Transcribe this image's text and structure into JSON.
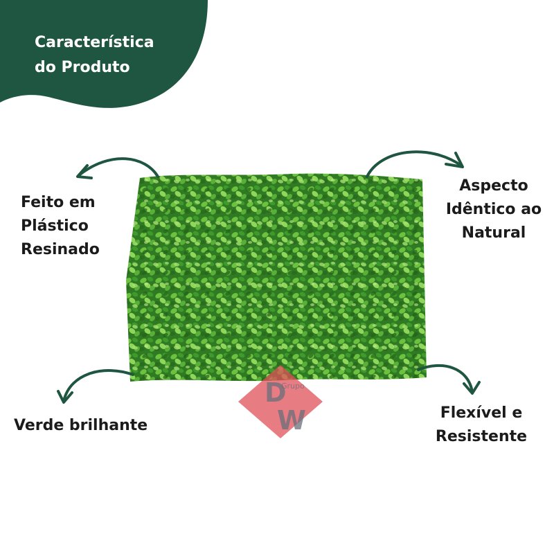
{
  "header": {
    "line1": "Característica",
    "line2": "do Produto",
    "color": "#1f5641"
  },
  "features": {
    "left_top": {
      "line1": "Feito em",
      "line2": "Plástico",
      "line3": "Resinado"
    },
    "right_top": {
      "line1": "Aspecto",
      "line2": "Idêntico ao",
      "line3": "Natural"
    },
    "left_bottom": {
      "line1": "Verde brilhante"
    },
    "right_bottom": {
      "line1": "Flexível e",
      "line2": "Resistente"
    }
  },
  "watermark": {
    "top_letter": "D",
    "small_text": "Grupo",
    "bottom_letter": "W"
  },
  "colors": {
    "arrow": "#1f5641",
    "text": "#1b1b1b",
    "hedge": "#3f8f2a"
  }
}
